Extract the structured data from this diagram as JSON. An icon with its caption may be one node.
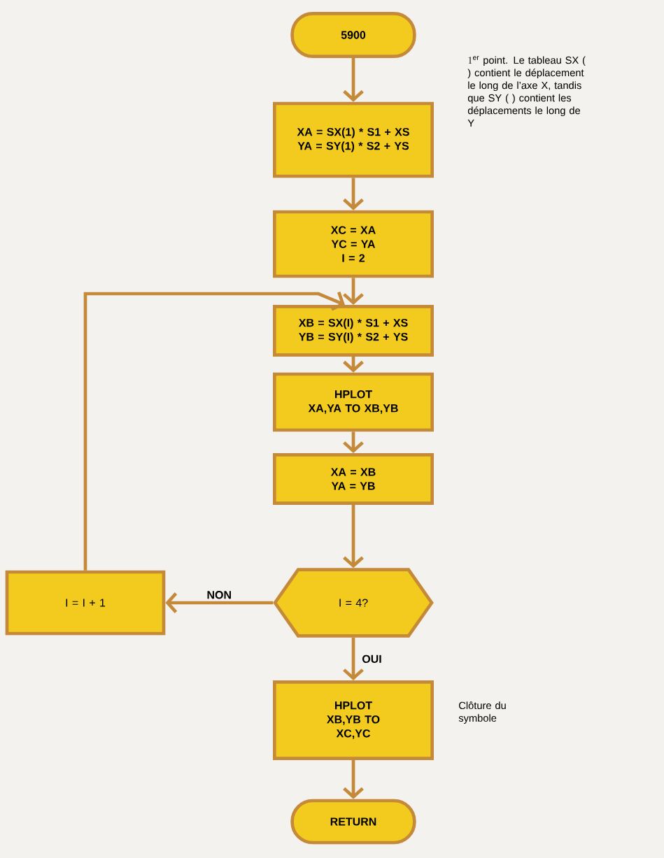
{
  "diagram": {
    "nodes": [
      {
        "text": [
          "5900"
        ]
      },
      {
        "text": [
          "XA = SX(1) * S1 + XS YA = SY(1) * S2 + YS"
        ]
      },
      {
        "text": [
          "XC = XA YC = YA I = 2"
        ]
      },
      {
        "text": [
          "XB = SX(I) * S1 + XS YB = SY(I) * S2 + YS"
        ]
      },
      {
        "text": [
          "HPLOT XA,YA TO XB,YB"
        ]
      },
      {
        "text": [
          "XA = XB YA = YB"
        ]
      },
      {
        "text": [
          "I = 4?"
        ]
      },
      {
        "text": [
          "I = I + 1"
        ]
      },
      {
        "text": [
          "HPLOT XB,YB TO XC,YC"
        ]
      },
      {
        "text": [
          "RETURN"
        ]
      }
    ],
    "edges": [
      {
        "from": 0,
        "to": 1,
        "arrow": "to"
      },
      {
        "from": 1,
        "to": 2,
        "arrow": "to"
      },
      {
        "from": 2,
        "to": 3,
        "arrow": "to"
      },
      {
        "from": 3,
        "to": 4,
        "arrow": "to"
      },
      {
        "from": 4,
        "to": 5,
        "arrow": "to"
      },
      {
        "from": 5,
        "to": 6,
        "arrow": "to"
      },
      {
        "from": 6,
        "to": 7,
        "arrow": "to",
        "label": "NON"
      },
      {
        "from": 7,
        "to": 3,
        "arrow": "to"
      },
      {
        "from": 6,
        "to": 8,
        "arrow": "to",
        "label": "OUI"
      },
      {
        "from": 8,
        "to": 9,
        "arrow": "to"
      }
    ],
    "labels": [
      "1^{\\mathrm{er}}",
      "point. Le tableau SX ( ) contient le déplacement le long de l’axe X, tandis que SY ( ) contient les déplacements le long de Y",
      "Clôture du symbole"
    ]
  }
}
